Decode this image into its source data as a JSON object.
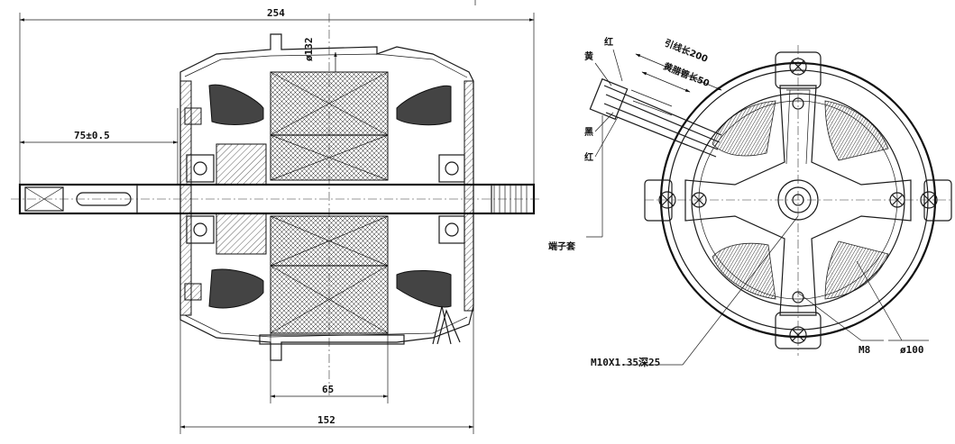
{
  "side_view": {
    "dim_total_length": "254",
    "dim_shaft_extension": "75±0.5",
    "dim_stator_diameter": "ø132",
    "dim_stator_length": "65",
    "dim_housing_length": "152"
  },
  "end_view": {
    "lead_wire_length": "引线长200",
    "sleeve_length": "黄腊管长50",
    "wire_yellow": "黄",
    "wire_red_top": "红",
    "wire_black": "黑",
    "wire_red_bottom": "红",
    "terminal_sleeve": "端子套",
    "thread_spec": "M10X1.35深25",
    "screw_spec": "M8",
    "end_diameter": "ø100"
  }
}
